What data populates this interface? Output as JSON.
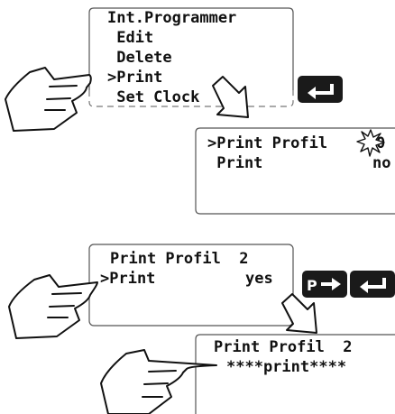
{
  "screen1": {
    "lines": [
      "Int.Programmer",
      " Edit",
      " Delete",
      ">Print",
      " Set Clock"
    ]
  },
  "screen2": {
    "line1_label": ">Print Profil",
    "line1_value": "0",
    "line2_label": " Print",
    "line2_value": "no"
  },
  "screen3": {
    "line1": "Print Profil  2",
    "line2_label": ">Print",
    "line2_value": "yes"
  },
  "screen4": {
    "line1": "Print Profil  2",
    "line2": "****print****"
  },
  "keys": {
    "p_key_label": "P",
    "icons": [
      "enter-key-icon",
      "p-arrow-key-icon",
      "enter-key-icon"
    ]
  },
  "icons": [
    "pointing-hand-icon",
    "down-arrow-icon",
    "blink-star-icon"
  ]
}
